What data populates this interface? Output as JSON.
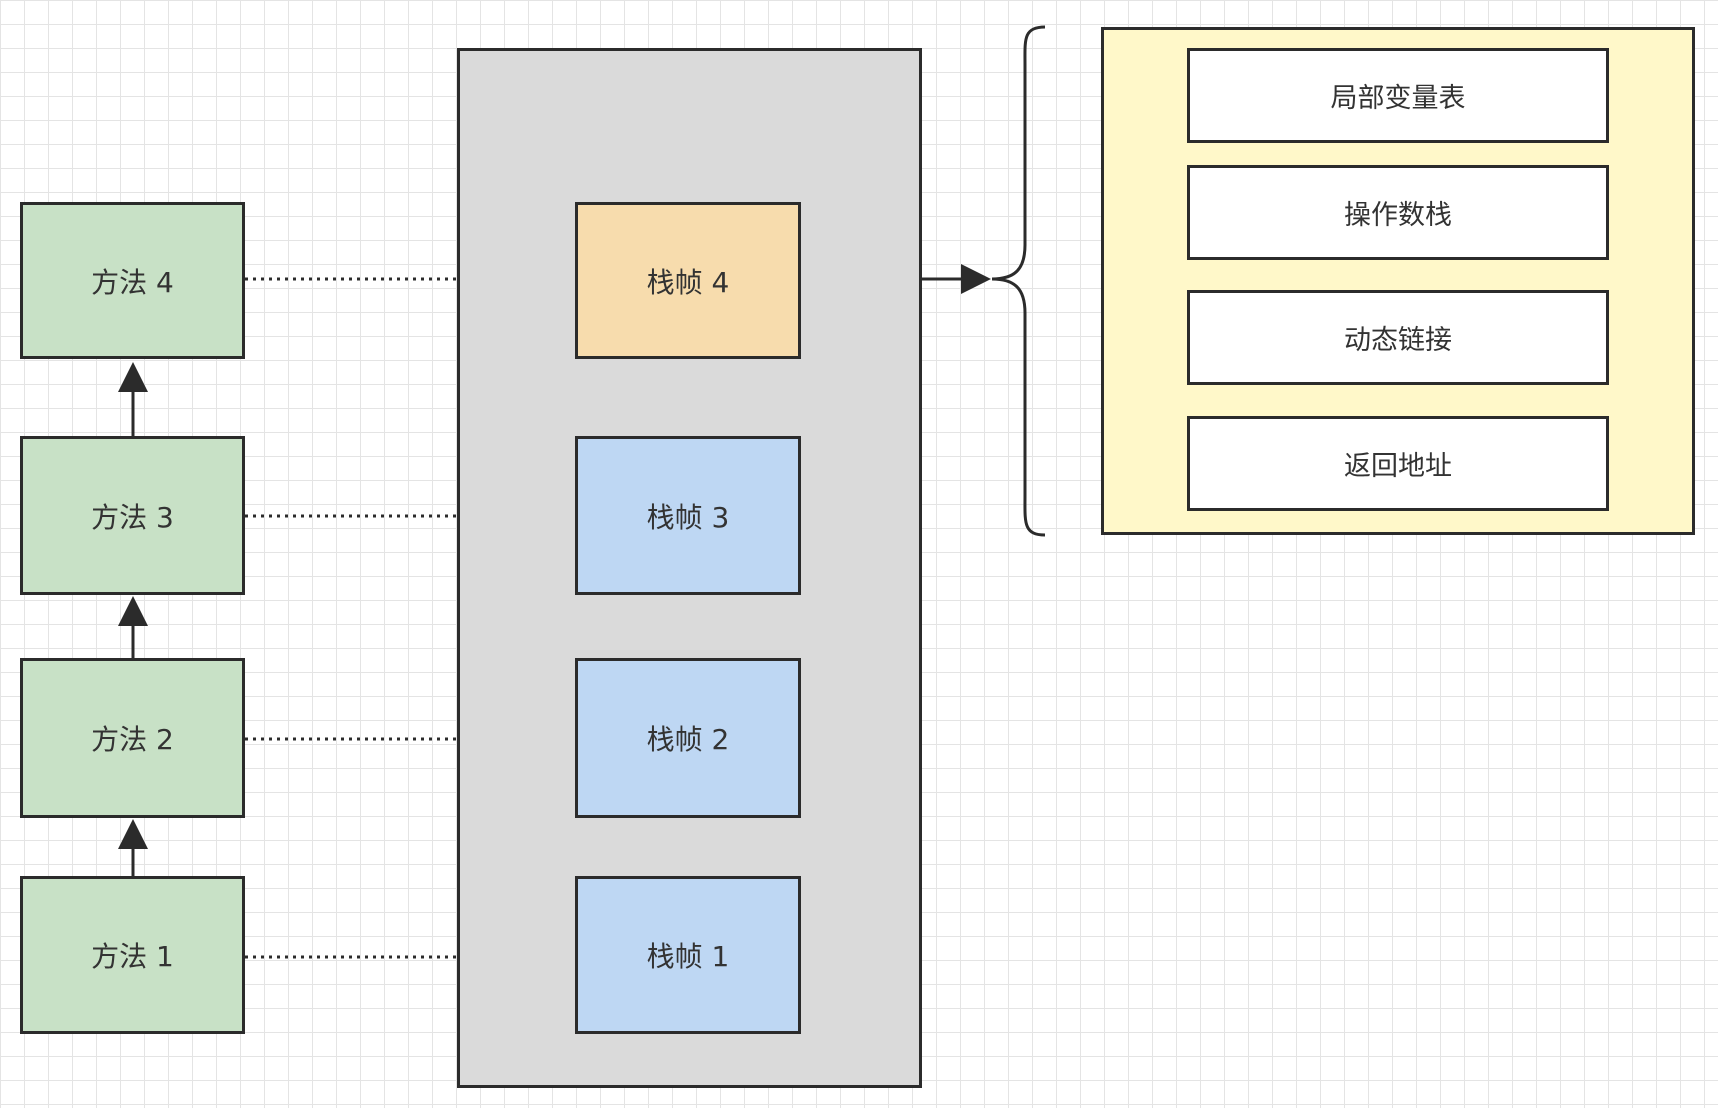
{
  "methods": [
    {
      "label": "方法 4"
    },
    {
      "label": "方法 3"
    },
    {
      "label": "方法 2"
    },
    {
      "label": "方法 1"
    }
  ],
  "frames": [
    {
      "label": "栈帧 4",
      "current": true
    },
    {
      "label": "栈帧 3"
    },
    {
      "label": "栈帧 2"
    },
    {
      "label": "栈帧 1"
    }
  ],
  "frame_contents": [
    {
      "label": "局部变量表"
    },
    {
      "label": "操作数栈"
    },
    {
      "label": "动态链接"
    },
    {
      "label": "返回地址"
    }
  ],
  "colors": {
    "method_fill": "#c8e1c6",
    "frame_fill": "#bed7f3",
    "current_frame_fill": "#f7dcad",
    "stack_fill": "#dadada",
    "detail_panel_fill": "#fff8c9",
    "stroke": "#2b2b2b"
  }
}
